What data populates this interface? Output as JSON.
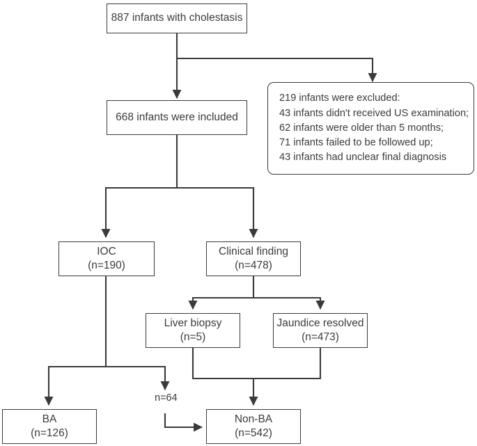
{
  "diagram": {
    "title": "Infant cholestasis study flow diagram",
    "stroke_color": "#3a3a3a",
    "text_color": "#3b3b3b",
    "background": "#ffffff"
  },
  "nodes": {
    "total": {
      "label": "887 infants with cholestasis"
    },
    "included": {
      "label": "668 infants were included"
    },
    "excluded": {
      "lines": [
        "219 infants were excluded:",
        "43 infants didn't received US examination;",
        "62 infants were older than 5 months;",
        "71 infants failed to be followed up;",
        "43 infants had unclear final diagnosis"
      ]
    },
    "ioc": {
      "label": "IOC",
      "count": "(n=190)"
    },
    "clinical": {
      "label": "Clinical finding",
      "count": "(n=478)"
    },
    "biopsy": {
      "label": "Liver biopsy",
      "count": "(n=5)"
    },
    "jaundice": {
      "label": "Jaundice resolved",
      "count": "(n=473)"
    },
    "ba": {
      "label": "BA",
      "count": "(n=126)"
    },
    "nonba": {
      "label": "Non-BA",
      "count": "(n=542)"
    }
  },
  "edge_labels": {
    "ioc_to_nonba": "n=64"
  }
}
